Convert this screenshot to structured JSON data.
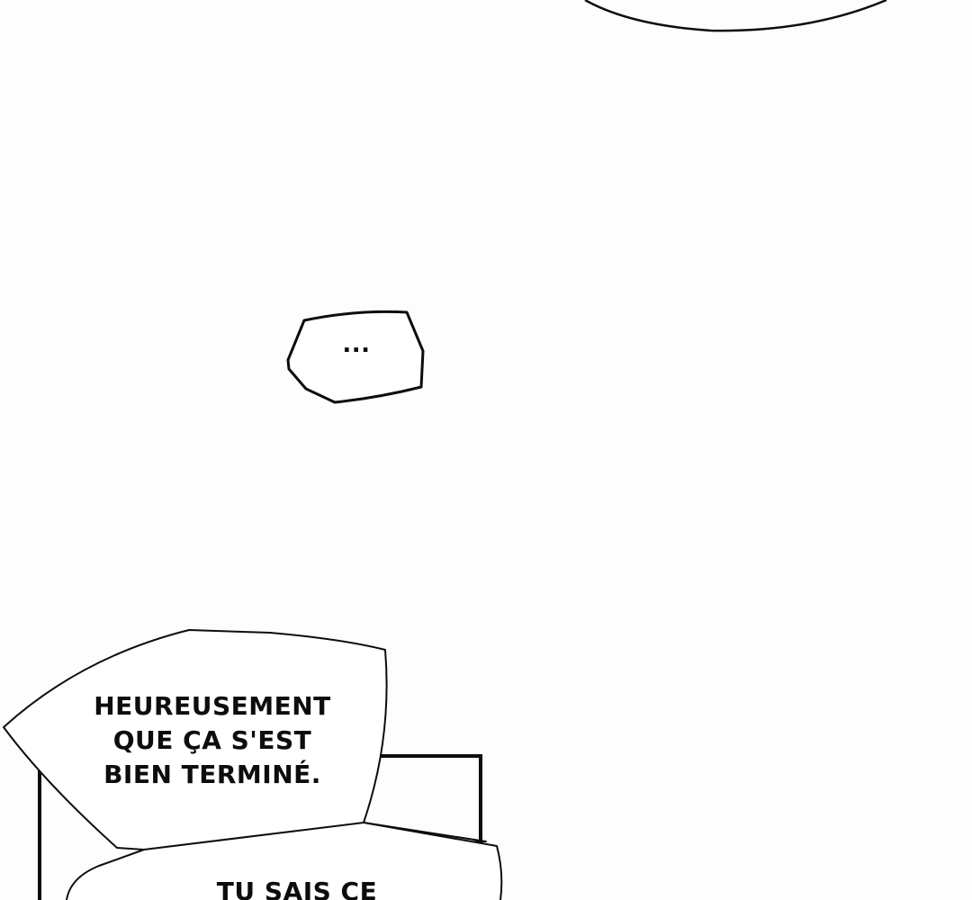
{
  "panel": {
    "ellipsis_bubble": {
      "text": "..."
    },
    "speech_bubble_1": {
      "lines": [
        "HEUREUSEMENT",
        "QUE ÇA S'EST",
        "BIEN TERMINÉ."
      ]
    },
    "speech_bubble_2": {
      "text": "TU SAIS CE"
    }
  },
  "colors": {
    "background": "#fefdfe",
    "ink": "#0d0d0d"
  }
}
